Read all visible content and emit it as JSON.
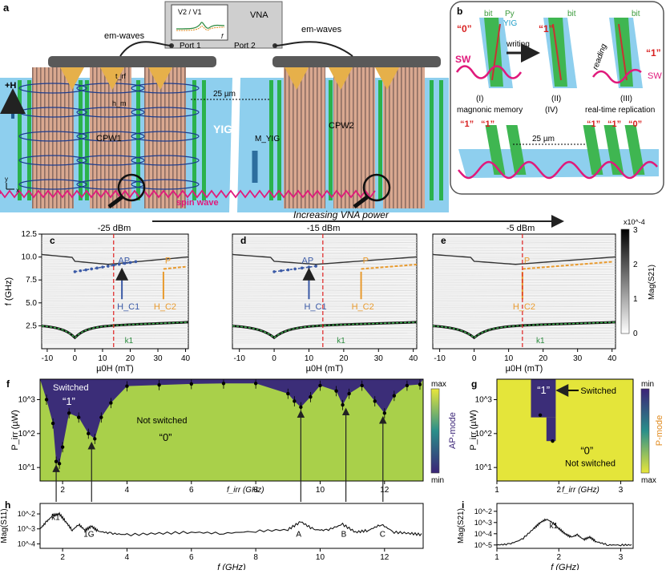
{
  "panel_labels": {
    "a": "a",
    "b": "b",
    "c": "c",
    "d": "d",
    "e": "e",
    "f": "f",
    "g": "g",
    "h": "h",
    "i": "i"
  },
  "top": {
    "vna_label": "VNA",
    "vna_ratio": "V2 / V1",
    "vna_f": "f",
    "port1": "Port 1",
    "port2": "Port 2",
    "em_waves_1": "em-waves",
    "em_waves_2": "em-waves",
    "h_field": "+H",
    "t_rf": "t_rf",
    "h_m": "h_m",
    "cpw1": "CPW1",
    "cpw2": "CPW2",
    "yig": "YIG",
    "m_yig": "M_YIG",
    "gap": "25 µm",
    "spin_wave": "spin wave",
    "axis_y": "y",
    "axis_x": "x"
  },
  "panel_b": {
    "bit": "bit",
    "py": "Py",
    "yig": "YIG",
    "zero": "“0”",
    "one": "“1”",
    "writing": "writing",
    "reading": "reading",
    "sw": "SW",
    "step1": "(I)",
    "step2": "(II)",
    "step3": "(III)",
    "step4": "(IV)",
    "magnonic_memory": "magnonic memory",
    "real_time": "real-time replication",
    "gap": "25 µm"
  },
  "power_arrow": "Increasing VNA power",
  "chart_data": [
    {
      "panel": "c",
      "type": "heatmap",
      "title": "-25 dBm",
      "xlabel": "µ0H (mT)",
      "ylabel": "f (GHz)",
      "xlim": [
        -12,
        41
      ],
      "ylim": [
        0,
        12.5
      ],
      "xticks": [
        -10,
        0,
        10,
        20,
        30,
        40
      ],
      "yticks": [
        2.5,
        5.0,
        7.5,
        10.0,
        12.5
      ],
      "ann": {
        "ap": "AP",
        "p": "P",
        "hc1": "H_C1",
        "hc2": "H_C2",
        "k1": "k1"
      },
      "dashed_x": 14,
      "ap_end": 22,
      "p_start": 32,
      "hc1_x": 17,
      "hc2_x": 32
    },
    {
      "panel": "d",
      "type": "heatmap",
      "title": "-15 dBm",
      "xlabel": "µ0H (mT)",
      "ylabel": "",
      "xlim": [
        -12,
        41
      ],
      "ylim": [
        0,
        12.5
      ],
      "xticks": [
        -10,
        0,
        10,
        20,
        30,
        40
      ],
      "ann": {
        "ap": "AP",
        "p": "P",
        "hc1": "H_C1",
        "hc2": "H_C2",
        "k1": "k1"
      },
      "dashed_x": 14,
      "ap_end": 13,
      "p_start": 25,
      "hc1_x": 10,
      "hc2_x": 25
    },
    {
      "panel": "e",
      "type": "heatmap",
      "title": "-5 dBm",
      "xlabel": "µ0H (mT)",
      "ylabel": "",
      "xlim": [
        -12,
        41
      ],
      "ylim": [
        0,
        12.5
      ],
      "xticks": [
        -10,
        0,
        10,
        20,
        30,
        40
      ],
      "ann": {
        "p": "P",
        "hc2": "H_C2",
        "k1": "k1"
      },
      "dashed_x": 14,
      "p_start": 14,
      "hc2_x": 14
    },
    {
      "panel": "f",
      "type": "heatmap",
      "xlabel": "f_irr (GHz)",
      "ylabel": "P_irr (µW)",
      "xlim": [
        1.3,
        13.2
      ],
      "ylog": [
        4,
        4000
      ],
      "xticks": [
        2,
        4,
        6,
        8,
        10,
        12
      ],
      "yticks": [
        "10^1",
        "10^2",
        "10^3"
      ],
      "labels": {
        "switched": "Switched",
        "one": "“1”",
        "not_switched": "Not switched",
        "zero": "“0”"
      },
      "threshold_f": [
        1.5,
        1.7,
        1.8,
        1.9,
        2.0,
        2.2,
        2.5,
        2.8,
        3.0,
        3.2,
        3.5,
        4.0,
        5,
        6,
        7,
        8,
        9,
        9.2,
        9.4,
        9.7,
        10,
        10.5,
        10.7,
        10.9,
        11.3,
        11.7,
        12,
        12.3,
        12.7,
        13.1
      ],
      "threshold_p": [
        1000,
        200,
        15,
        13,
        40,
        400,
        300,
        100,
        70,
        300,
        800,
        2500,
        2700,
        2900,
        3000,
        3000,
        1500,
        900,
        600,
        1200,
        2600,
        1800,
        700,
        1500,
        2600,
        900,
        400,
        1300,
        2600,
        2800
      ]
    },
    {
      "panel": "g",
      "type": "heatmap",
      "xlabel": "f_irr (GHz)",
      "ylabel": "P_irr (µW)",
      "xlim": [
        1,
        3.2
      ],
      "ylog": [
        4,
        4000
      ],
      "xticks": [
        1,
        2,
        3
      ],
      "yticks": [
        "10^1",
        "10^2",
        "10^3"
      ],
      "labels": {
        "one": "“1”",
        "switched": "Switched",
        "zero": "“0”",
        "not_switched": "Not switched"
      },
      "points_f": [
        1.7,
        1.9
      ],
      "points_p": [
        350,
        60
      ]
    },
    {
      "panel": "h",
      "type": "line",
      "xlabel": "f (GHz)",
      "ylabel": "Mag(S11)",
      "xlim": [
        1.3,
        13.2
      ],
      "xticks": [
        2,
        4,
        6,
        8,
        10,
        12
      ],
      "yticks": [
        "10^-4",
        "10^-3",
        "10^-2"
      ],
      "peaks": {
        "k1": "k1",
        "1g": "1G",
        "a": "A",
        "b": "B",
        "c": "C"
      },
      "x": [
        1.3,
        1.5,
        1.7,
        1.9,
        2.1,
        2.3,
        2.5,
        2.7,
        2.9,
        3.1,
        3.5,
        4,
        5,
        6,
        7,
        8,
        9,
        9.4,
        9.8,
        10.2,
        10.7,
        11.1,
        11.5,
        11.9,
        12.3,
        12.8,
        13.2
      ],
      "y": [
        0.001,
        0.003,
        0.008,
        0.01,
        0.003,
        0.0008,
        0.002,
        0.0008,
        0.0015,
        0.0007,
        0.0005,
        0.0004,
        0.0005,
        0.0006,
        0.0005,
        0.0007,
        0.0009,
        0.003,
        0.0009,
        0.0008,
        0.002,
        0.0006,
        0.0008,
        0.002,
        0.0006,
        0.0005,
        0.0004
      ]
    },
    {
      "panel": "i",
      "type": "line",
      "xlabel": "f (GHz)",
      "ylabel": "Mag(S21)",
      "xlim": [
        1,
        3.2
      ],
      "xticks": [
        1,
        2,
        3
      ],
      "yticks": [
        "10^-5",
        "10^-4",
        "10^-3",
        "10^-2"
      ],
      "peaks": {
        "k1": "k1"
      },
      "x": [
        1,
        1.2,
        1.4,
        1.6,
        1.7,
        1.8,
        1.9,
        2.0,
        2.1,
        2.2,
        2.3,
        2.4,
        2.5,
        2.6,
        2.8,
        3.0,
        3.2
      ],
      "y": [
        1e-05,
        1.2e-05,
        3e-05,
        0.0003,
        0.001,
        0.002,
        0.001,
        0.0003,
        0.0001,
        5e-05,
        8e-05,
        3e-05,
        5e-05,
        2e-05,
        1e-05,
        1e-05,
        1e-05
      ]
    }
  ],
  "colorbar_cde": {
    "title": "x10^-4",
    "label": "Mag(S21)",
    "ticks": [
      "0",
      "1",
      "2",
      "3"
    ]
  },
  "colorbar_f": {
    "max": "max",
    "min": "min",
    "label": "AP-mode"
  },
  "colorbar_g": {
    "min": "min",
    "max": "max",
    "label": "P-mode"
  }
}
